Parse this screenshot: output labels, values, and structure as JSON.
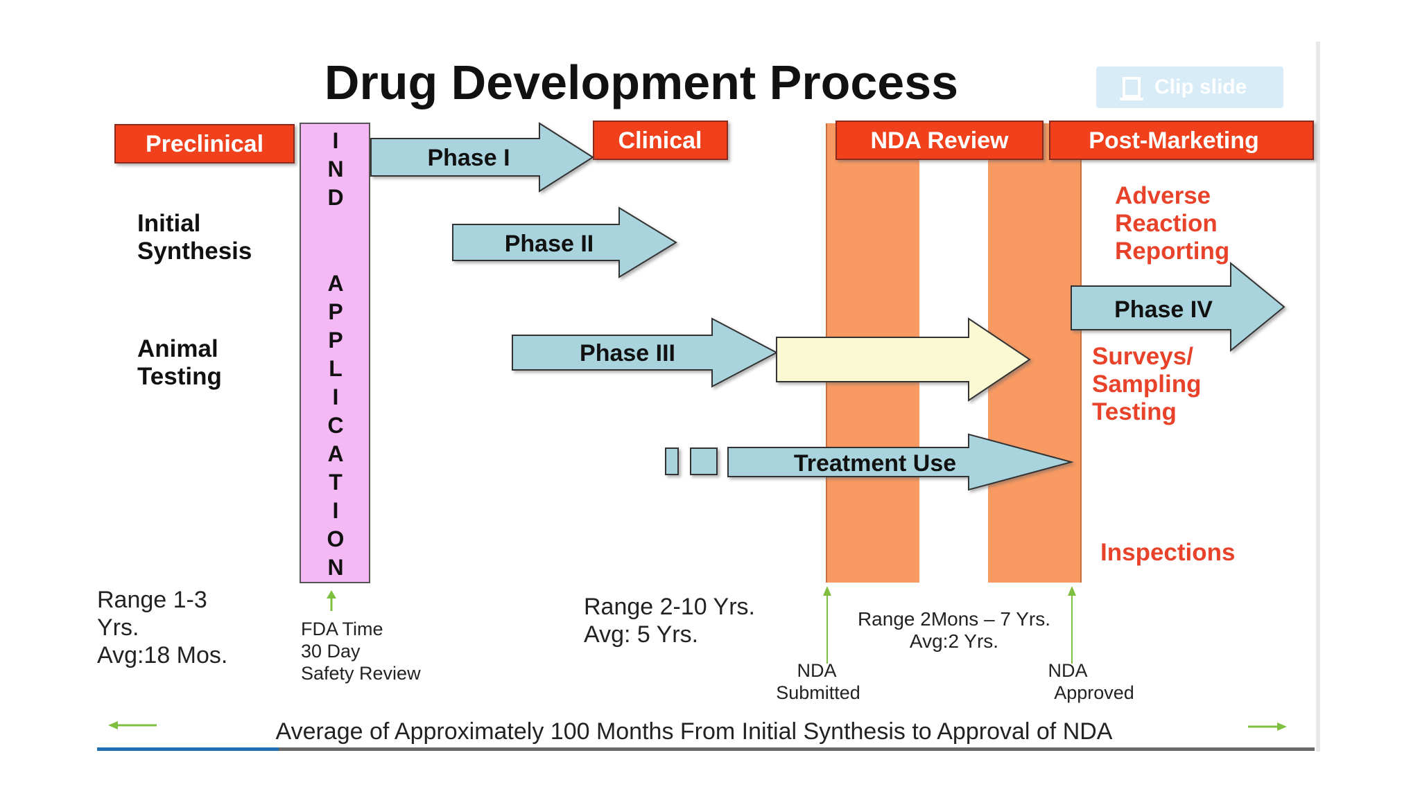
{
  "title": "Drug Development Process",
  "clip_button": {
    "label": "Clip slide",
    "icon": "clip-icon"
  },
  "headers": {
    "preclinical": "Preclinical",
    "clinical": "Clinical",
    "nda_review": "NDA Review",
    "post_marketing": "Post-Marketing"
  },
  "preclinical_items": {
    "synthesis": [
      "Initial",
      "Synthesis"
    ],
    "animal": [
      "Animal",
      "Testing"
    ]
  },
  "ind": {
    "top_letters": [
      "I",
      "N",
      "D"
    ],
    "bottom_letters": [
      "A",
      "P",
      "P",
      "L",
      "I",
      "C",
      "A",
      "T",
      "I",
      "O",
      "N"
    ]
  },
  "phases": {
    "phase1": "Phase I",
    "phase2": "Phase II",
    "phase3": "Phase III",
    "phase4": "Phase IV",
    "treatment": "Treatment Use"
  },
  "post_marketing_items": {
    "adverse": [
      "Adverse",
      "Reaction",
      "Reporting"
    ],
    "surveys": [
      "Surveys/",
      "Sampling",
      "Testing"
    ],
    "inspections": "Inspections"
  },
  "bottom": {
    "preclinical_range": [
      "Range 1-3",
      "Yrs.",
      "Avg:18 Mos."
    ],
    "fda": [
      "FDA Time",
      "30 Day",
      "Safety Review"
    ],
    "clinical_range": [
      "Range 2-10 Yrs.",
      "Avg: 5 Yrs."
    ],
    "nda_range": [
      "Range 2Mons – 7 Yrs.",
      "Avg:2 Yrs."
    ],
    "nda_submitted": [
      "NDA",
      "Submitted"
    ],
    "nda_approved": [
      "NDA",
      "Approved"
    ],
    "footer": "Average of Approximately 100 Months From Initial Synthesis to Approval of NDA"
  },
  "colors": {
    "header_red": "#f0401e",
    "orange_bar": "#f99a62",
    "pink_bar": "#f4b9f4",
    "arrow_blue": "#a9d4dd",
    "arrow_cream": "#fbf8d4",
    "post_text": "#e8432a",
    "green_arrow": "#7fbf3f"
  }
}
